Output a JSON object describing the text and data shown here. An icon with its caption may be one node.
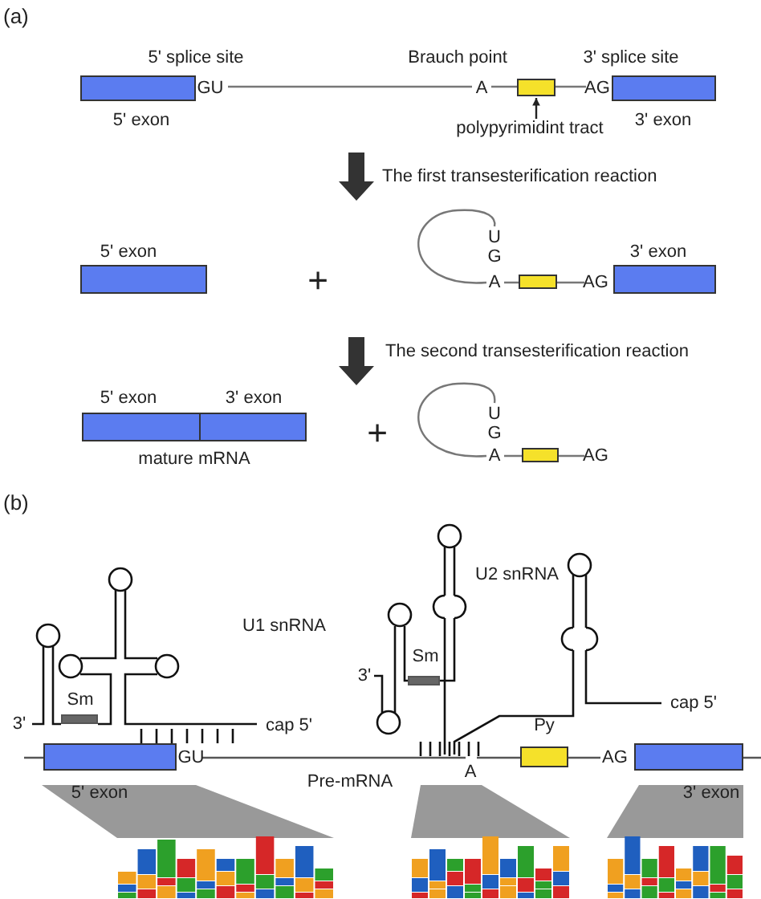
{
  "diagram": {
    "nodes": [
      {
        "text": [
          "5' exon"
        ]
      },
      {
        "text": [],
        "shape": "box"
      },
      {
        "text": [
          "polypyrimidint tract"
        ]
      },
      {
        "text": [
          "3' exon"
        ]
      },
      {
        "text": [
          "5' exon"
        ]
      },
      {
        "text": [],
        "shape": "box"
      },
      {
        "text": [
          "3' exon"
        ]
      },
      {
        "text": [
          "mature mRNA"
        ]
      },
      {
        "text": [
          "5' exon"
        ],
        "in": 7
      },
      {
        "text": [
          "3' exon"
        ],
        "in": 7
      },
      {
        "text": [],
        "shape": "box"
      },
      {
        "text": [
          "Sm"
        ]
      },
      {
        "text": [
          "Sm"
        ]
      },
      {
        "text": [
          "5' exon"
        ]
      },
      {
        "text": [
          "Py"
        ]
      },
      {
        "text": [
          "3' exon"
        ]
      }
    ],
    "edges": [
      {
        "from": 2,
        "to": 1,
        "arrow": "to"
      }
    ],
    "labels": [
      "(a)",
      "5' splice site",
      "Brauch point",
      "3' splice site",
      "GU",
      "A",
      "AG",
      "The first transesterification reaction",
      "+",
      "U",
      "G",
      "A",
      "AG",
      "The second transesterification reaction",
      "+",
      "U",
      "G",
      "A",
      "AG",
      "(b)",
      "U2 snRNA",
      "U1 snRNA",
      "3'",
      "3'",
      "cap 5'",
      "cap 5'",
      "GU",
      "Pre-mRNA",
      "A",
      "AG"
    ]
  }
}
